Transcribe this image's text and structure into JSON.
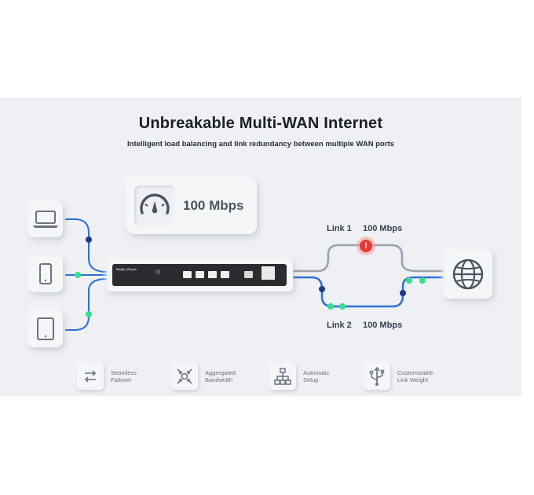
{
  "header": {
    "title": "Unbreakable Multi-WAN Internet",
    "subtitle": "Intelligent load balancing and link redundancy between multiple WAN ports"
  },
  "speed_card": {
    "value": "100 Mbps",
    "icon": "speedometer-icon"
  },
  "devices": [
    {
      "name": "laptop",
      "icon": "laptop-icon"
    },
    {
      "name": "phone",
      "icon": "phone-icon"
    },
    {
      "name": "tablet",
      "icon": "tablet-icon"
    }
  ],
  "router": {
    "brand": "Ruijie | Reyee",
    "icon": "router-icon"
  },
  "links": [
    {
      "name": "Link 1",
      "speed": "100 Mbps",
      "status": "fault"
    },
    {
      "name": "Link 2",
      "speed": "100 Mbps",
      "status": "active"
    }
  ],
  "internet": {
    "icon": "globe-icon"
  },
  "features": [
    {
      "line1": "Seamless",
      "line2": "Failover",
      "icon": "failover-arrows-icon"
    },
    {
      "line1": "Aggregated",
      "line2": "Bandwidth",
      "icon": "aggregation-icon"
    },
    {
      "line1": "Automatic",
      "line2": "Setup",
      "icon": "network-tree-icon"
    },
    {
      "line1": "Customizable",
      "line2": "Link Weight",
      "icon": "usb-fork-icon"
    }
  ],
  "colors": {
    "active_link": "#2f6fd6",
    "inactive_link": "#9aa1ab",
    "node_dark": "#1e3a8a",
    "node_green": "#35e08c",
    "alert": "#e53935",
    "icon_gray": "#6b7280"
  }
}
